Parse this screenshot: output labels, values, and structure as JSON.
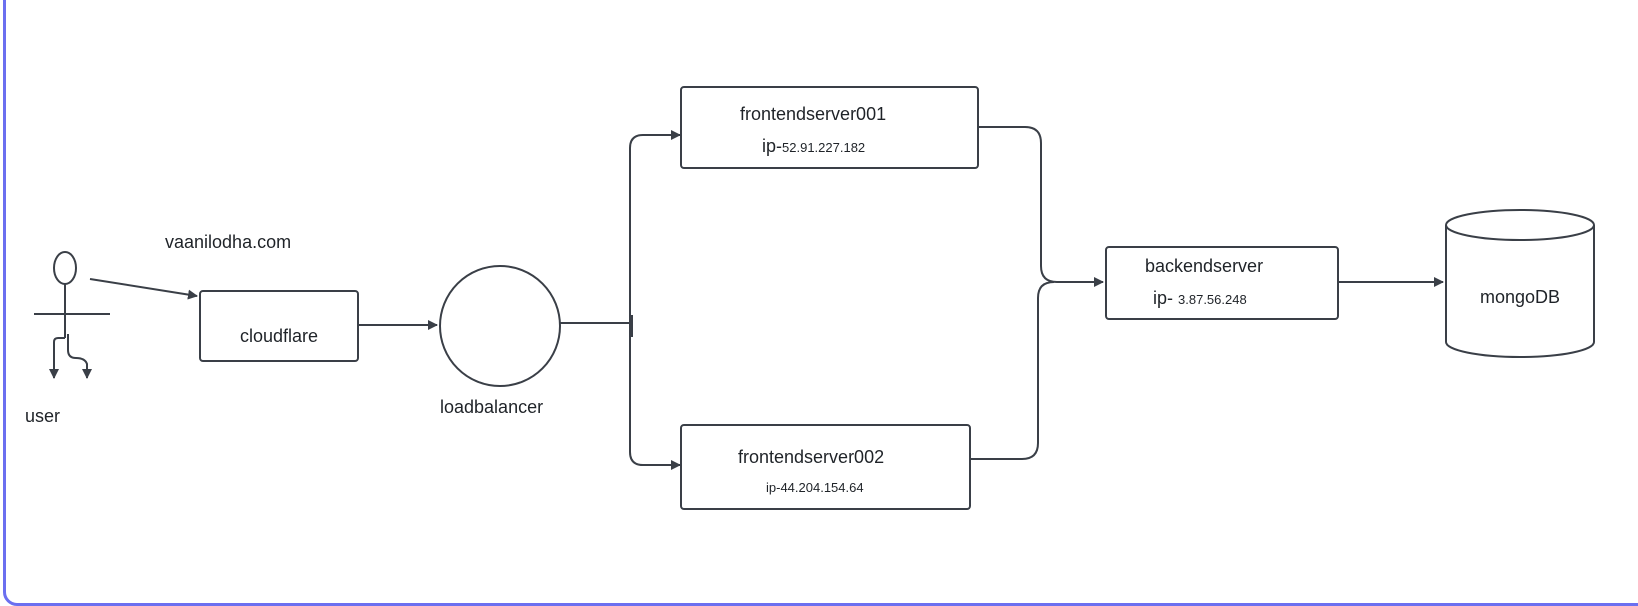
{
  "diagram": {
    "user": {
      "label": "user"
    },
    "domain": {
      "label": "vaanilodha.com"
    },
    "cloudflare": {
      "label": "cloudflare"
    },
    "loadbalancer": {
      "label": "loadbalancer"
    },
    "frontend1": {
      "name": "frontendserver001",
      "ip_prefix": "ip-",
      "ip": "52.91.227.182"
    },
    "frontend2": {
      "name": "frontendserver002",
      "ip_prefix": "ip-",
      "ip": "44.204.154.64"
    },
    "backend": {
      "name": "backendserver",
      "ip_prefix": "ip- ",
      "ip": "3.87.56.248"
    },
    "database": {
      "label": "mongoDB"
    },
    "colors": {
      "frame": "#6b6ff0",
      "stroke": "#3a3f47"
    },
    "icons": [
      "user-actor-icon",
      "load-balancer-circle",
      "database-cylinder-icon"
    ]
  }
}
